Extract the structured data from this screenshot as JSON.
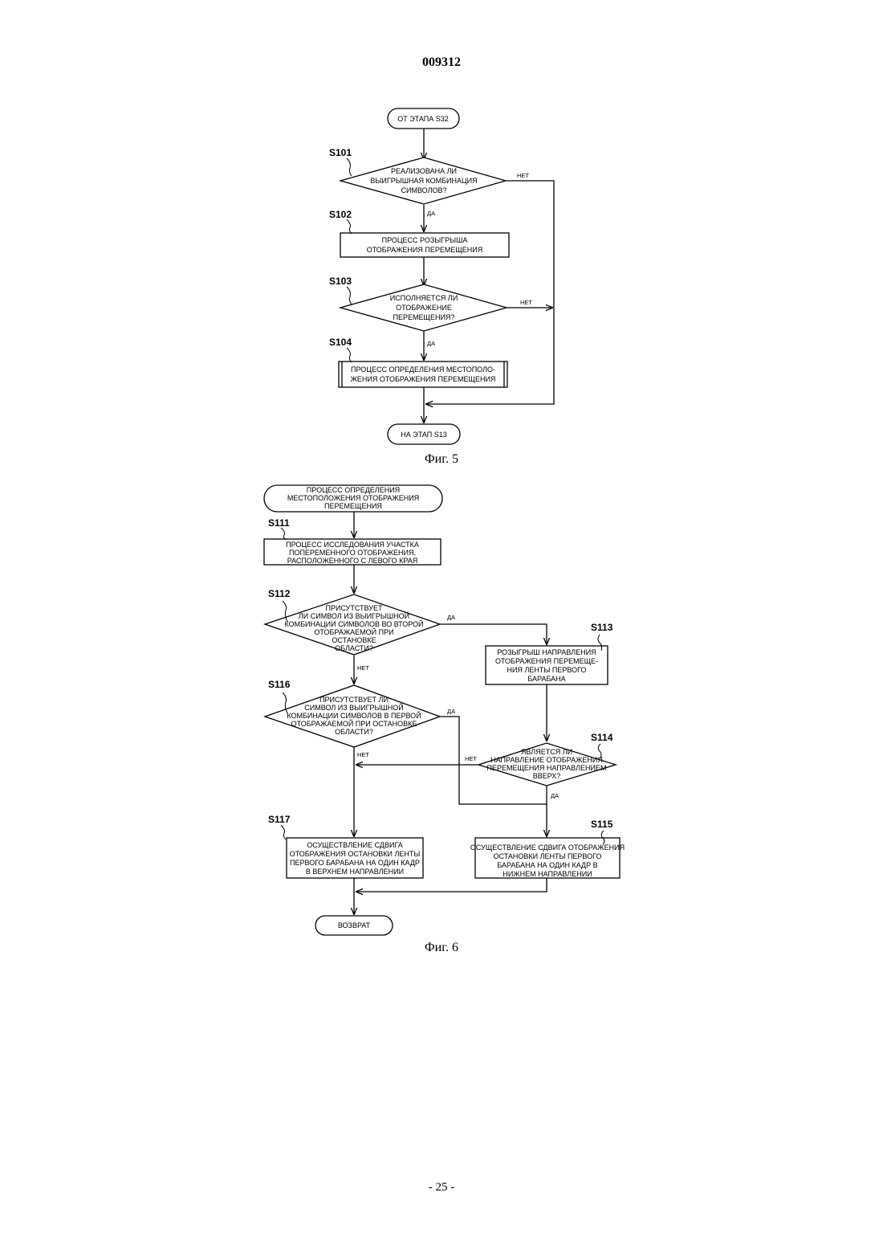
{
  "doc_number": "009312",
  "page_number": "- 25 -",
  "fig5": {
    "caption": "Фиг. 5",
    "start": "ОТ ЭТАПА S32",
    "s101": {
      "step": "S101",
      "lines": [
        "РЕАЛИЗОВАНА ЛИ",
        "ВЫИГРЫШНАЯ КОМБИНАЦИЯ",
        "СИМВОЛОВ?"
      ],
      "no": "НЕТ",
      "yes": "ДА"
    },
    "s102": {
      "step": "S102",
      "lines": [
        "ПРОЦЕСС РОЗЫГРЫША",
        "ОТОБРАЖЕНИЯ ПЕРЕМЕЩЕНИЯ"
      ]
    },
    "s103": {
      "step": "S103",
      "lines": [
        "ИСПОЛНЯЕТСЯ ЛИ",
        "ОТОБРАЖЕНИЕ",
        "ПЕРЕМЕЩЕНИЯ?"
      ],
      "no": "НЕТ",
      "yes": "ДА"
    },
    "s104": {
      "step": "S104",
      "lines": [
        "ПРОЦЕСС ОПРЕДЕЛЕНИЯ МЕСТОПОЛО-",
        "ЖЕНИЯ ОТОБРАЖЕНИЯ ПЕРЕМЕЩЕНИЯ"
      ]
    },
    "end": "НА ЭТАП S13"
  },
  "fig6": {
    "caption": "Фиг. 6",
    "start": [
      "ПРОЦЕСС ОПРЕДЕЛЕНИЯ",
      "МЕСТОПОЛОЖЕНИЯ ОТОБРАЖЕНИЯ",
      "ПЕРЕМЕЩЕНИЯ"
    ],
    "s111": {
      "step": "S111",
      "lines": [
        "ПРОЦЕСС ИССЛЕДОВАНИЯ УЧАСТКА",
        "ПОПЕРЕМЕННОГО ОТОБРАЖЕНИЯ,",
        "РАСПОЛОЖЕННОГО С ЛЕВОГО КРАЯ"
      ]
    },
    "s112": {
      "step": "S112",
      "lines": [
        "ПРИСУТСТВУЕТ",
        "ЛИ СИМВОЛ ИЗ ВЫИГРЫШНОЙ",
        "КОМБИНАЦИИ СИМВОЛОВ ВО ВТОРОЙ",
        "ОТОБРАЖАЕМОЙ ПРИ",
        "ОСТАНОВКЕ",
        "ОБЛАСТИ?"
      ],
      "yes": "ДА",
      "no": "НЕТ"
    },
    "s113": {
      "step": "S113",
      "lines": [
        "РОЗЫГРЫШ НАПРАВЛЕНИЯ",
        "ОТОБРАЖЕНИЯ ПЕРЕМЕЩЕ-",
        "НИЯ ЛЕНТЫ ПЕРВОГО",
        "БАРАБАНА"
      ]
    },
    "s114": {
      "step": "S114",
      "lines": [
        "ЯВЛЯЕТСЯ ЛИ",
        "НАПРАВЛЕНИЕ ОТОБРАЖЕНИЯ",
        "ПЕРЕМЕЩЕНИЯ НАПРАВЛЕНИЕМ",
        "ВВЕРХ?"
      ],
      "no": "НЕТ",
      "yes": "ДА"
    },
    "s115": {
      "step": "S115",
      "lines": [
        "ОСУЩЕСТВЛЕНИЕ СДВИГА ОТОБРАЖЕНИЯ",
        "ОСТАНОВКИ ЛЕНТЫ  ПЕРВОГО",
        "БАРАБАНА НА ОДИН КАДР В",
        "НИЖНЕМ НАПРАВЛЕНИИ"
      ]
    },
    "s116": {
      "step": "S116",
      "lines": [
        "ПРИСУТСТВУЕТ ЛИ",
        "СИМВОЛ ИЗ ВЫИГРЫШНОЙ",
        "КОМБИНАЦИИ СИМВОЛОВ В ПЕРВОЙ",
        "ОТОБРАЖАЕМОЙ ПРИ ОСТАНОВКЕ",
        "ОБЛАСТИ?"
      ],
      "yes": "ДА",
      "no": "НЕТ"
    },
    "s117": {
      "step": "S117",
      "lines": [
        "ОСУЩЕСТВЛЕНИЕ СДВИГА",
        "ОТОБРАЖЕНИЯ ОСТАНОВКИ ЛЕНТЫ",
        "ПЕРВОГО БАРАБАНА НА ОДИН КАДР",
        "В ВЕРХНЕМ НАПРАВЛЕНИИ"
      ]
    },
    "end": "ВОЗВРАТ"
  }
}
